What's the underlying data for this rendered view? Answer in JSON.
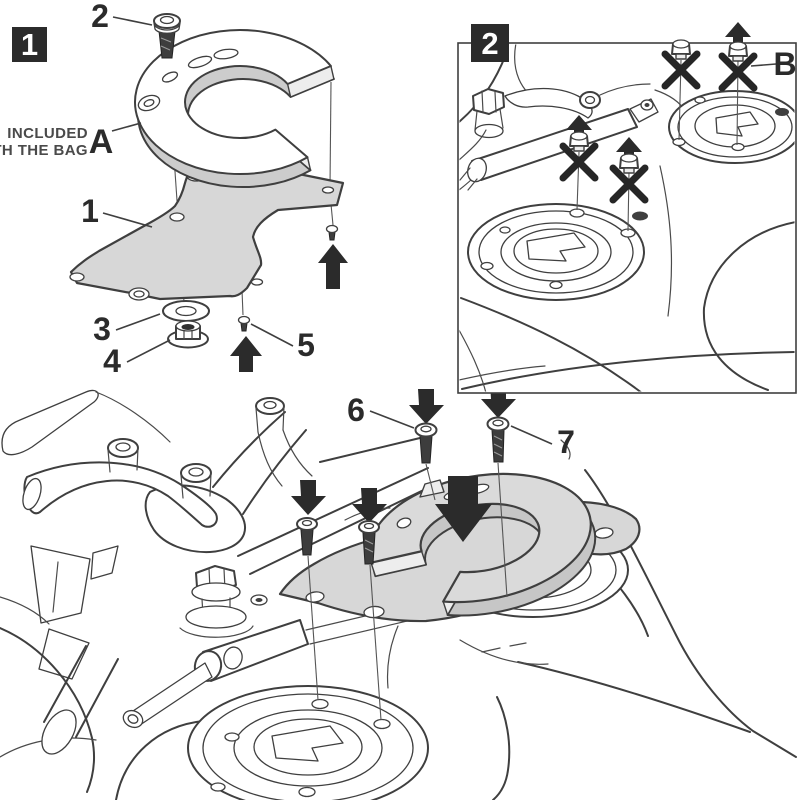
{
  "diagram": {
    "kind": "tank-bag mounting flange installation instructions",
    "colors": {
      "background": "#ffffff",
      "line": "#3f3f3f",
      "part_gray": "#d7d7d7",
      "part_gray_dark": "#c6c6c6",
      "solid_black": "#2b2b2b"
    }
  },
  "step1": {
    "badge": "1",
    "note": {
      "line1": "INCLUDED",
      "line2": "WITH THE BAG"
    },
    "callouts": {
      "top_screw": "2",
      "ring": "A",
      "plate": "1",
      "washer": "3",
      "nut": "4",
      "bottom_screw": "5"
    }
  },
  "step2": {
    "badge": "2",
    "callouts": {
      "stock_screw": "B"
    }
  },
  "main": {
    "callouts": {
      "screw6": "6",
      "screw7": "7"
    }
  }
}
